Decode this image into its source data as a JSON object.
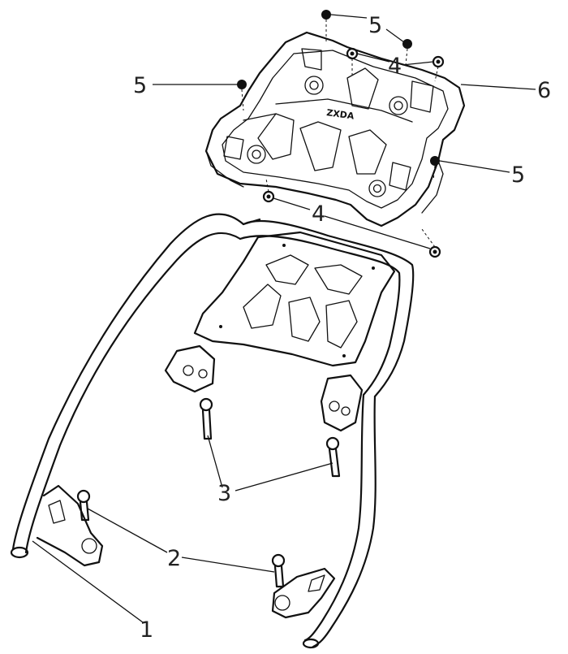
{
  "diagram": {
    "callouts": {
      "c1": "1",
      "c2": "2",
      "c3": "3",
      "c4_top": "4",
      "c4_bottom": "4",
      "c5_top": "5",
      "c5_left": "5",
      "c5_right": "5",
      "c6": "6"
    },
    "plate_logo": "ZXDA"
  }
}
